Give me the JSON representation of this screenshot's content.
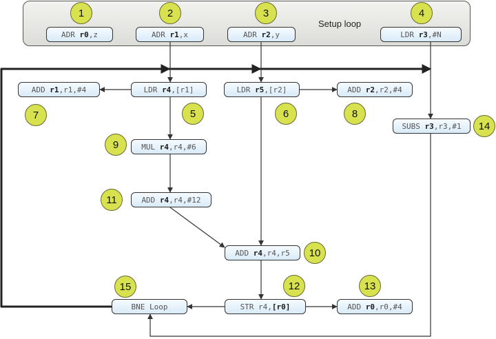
{
  "setup_label": "Setup loop",
  "colors": {
    "badge_fill": "#d8e24f",
    "instr_fill": "#e8f3fc",
    "setup_fill": "#e6e6e3",
    "wire": "#333333",
    "loop_wire": "#222222"
  },
  "instructions": [
    {
      "id": "adr-r0",
      "op": "ADR ",
      "dst": "r0",
      "rest": ",z"
    },
    {
      "id": "adr-r1",
      "op": "ADR ",
      "dst": "r1",
      "rest": ",x"
    },
    {
      "id": "adr-r2",
      "op": "ADR ",
      "dst": "r2",
      "rest": ",y"
    },
    {
      "id": "ldr-r3",
      "op": "LDR ",
      "dst": "r3",
      "rest": ",#N"
    },
    {
      "id": "add-r1",
      "op": "ADD ",
      "dst": "r1",
      "rest": ",r1,#4"
    },
    {
      "id": "ldr-r4",
      "op": "LDR ",
      "dst": "r4",
      "rest": ",[r1]"
    },
    {
      "id": "ldr-r5",
      "op": "LDR ",
      "dst": "r5",
      "rest": ",[r2]"
    },
    {
      "id": "add-r2",
      "op": "ADD ",
      "dst": "r2",
      "rest": ",r2,#4"
    },
    {
      "id": "subs-r3",
      "op": "SUBS ",
      "dst": "r3",
      "rest": ",r3,#1"
    },
    {
      "id": "mul-r4",
      "op": "MUL ",
      "dst": "r4",
      "rest": ",r4,#6"
    },
    {
      "id": "add-r4-12",
      "op": "ADD ",
      "dst": "r4",
      "rest": ",r4,#12"
    },
    {
      "id": "add-r4-r5",
      "op": "ADD ",
      "dst": "r4",
      "rest": ",r4,r5"
    },
    {
      "id": "bne-loop",
      "op": "BNE Loop",
      "dst": "",
      "rest": ""
    },
    {
      "id": "str-r4",
      "op": "STR r4,",
      "dst": "[r0]",
      "rest": ""
    },
    {
      "id": "add-r0",
      "op": "ADD ",
      "dst": "r0",
      "rest": ",r0,#4"
    }
  ],
  "badges": [
    "1",
    "2",
    "3",
    "4",
    "5",
    "6",
    "7",
    "8",
    "9",
    "10",
    "11",
    "12",
    "13",
    "14",
    "15"
  ]
}
